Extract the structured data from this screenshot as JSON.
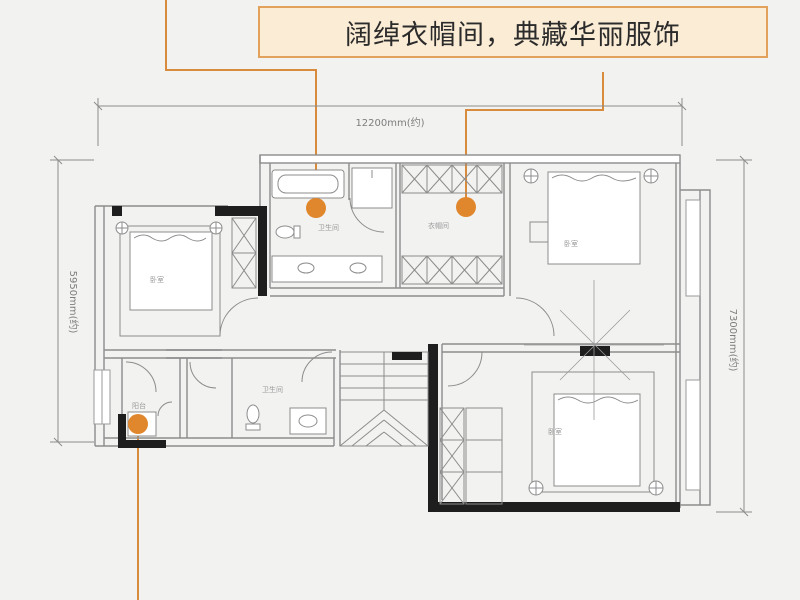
{
  "callout": {
    "text": "阔绰衣帽间，典藏华丽服饰"
  },
  "dimensions": {
    "top_width": "12200mm(约)",
    "left_depth": "5950mm(约)",
    "right_depth": "7300mm(约)"
  },
  "rooms": {
    "bathroom_upper": "卫生间",
    "closet": "衣帽间",
    "bedroom_left": "卧室",
    "bedroom_right_top": "卧室",
    "bathroom_lower": "卫生间",
    "balcony": "阳台",
    "bedroom_right_bottom": "卧室"
  },
  "colors": {
    "marker": "#e0872e",
    "leader": "#d88a3d",
    "callout_bg": "#fbecd5",
    "wall": "#1e1e1e",
    "line": "#8c8c8c"
  }
}
